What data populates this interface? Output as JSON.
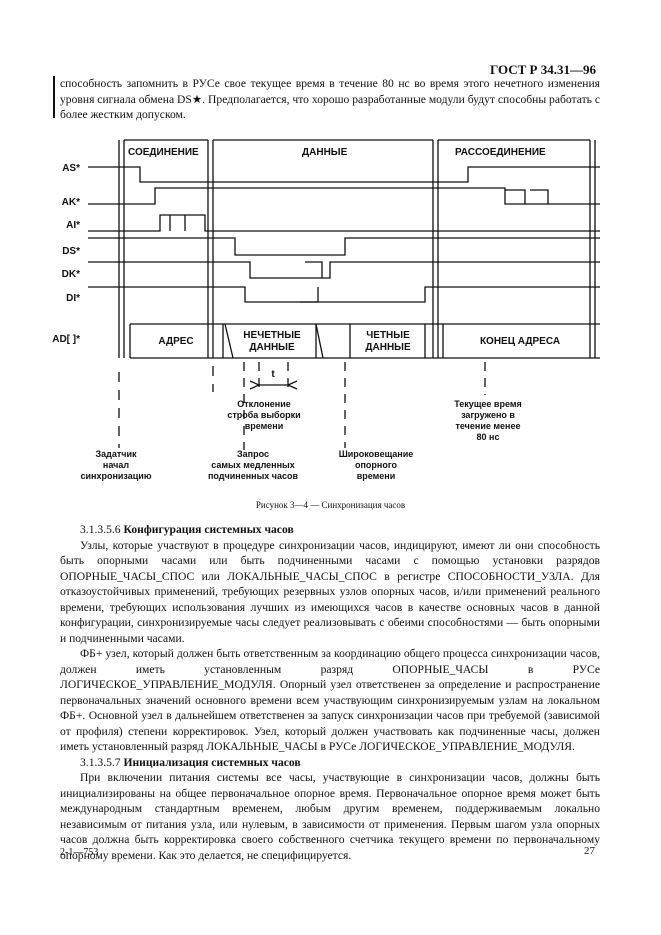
{
  "header": {
    "doc_code": "ГОСТ Р 34.31—96"
  },
  "intro": "способность запомнить в РУСе свое текущее время в течение 80 нс во время этого нечетного изменения уровня сигнала обмена DS★. Предполагается, что хорошо разработанные модули будут способны работать с более жестким допуском.",
  "figure": {
    "phases": {
      "connect": "СОЕДИНЕНИЕ",
      "data": "ДАННЫЕ",
      "disconnect": "РАССОЕДИНЕНИЕ"
    },
    "signals": [
      "AS*",
      "AK*",
      "AI*",
      "DS*",
      "DK*",
      "DI*",
      "AD[ ]*"
    ],
    "bus": {
      "address": "АДРЕС",
      "odd1": "НЕЧЕТНЫЕ",
      "odd2": "ДАННЫЕ",
      "even1": "ЧЕТНЫЕ",
      "even2": "ДАННЫЕ",
      "end": "КОНЕЦ АДРЕСА"
    },
    "t_label": "t",
    "strobe": [
      "Отклонение",
      "строба выборки",
      "времени"
    ],
    "slow": [
      "Запрос",
      "самых медленных",
      "подчиненных часов"
    ],
    "broadcast": [
      "Широковещание",
      "опорного",
      "времени"
    ],
    "master": [
      "Задатчик",
      "начал",
      "синхронизацию"
    ],
    "loaded": [
      "Текущее время",
      "загружено в",
      "течение менее",
      "80 нс"
    ],
    "caption": "Рисунок 3—4 — Синхронизация часов"
  },
  "s1": {
    "num": "3.1.3.5.6",
    "title": "Конфигурация системных часов"
  },
  "p1": "Узлы, которые участвуют в процедуре синхронизации часов, индицируют, имеют ли они способность быть опорными часами или быть подчиненными часами с помощью установки разрядов ОПОРНЫЕ_ЧАСЫ_СПОС или ЛОКАЛЬНЫЕ_ЧАСЫ_СПОС в регистре СПОСОБНОСТИ_УЗЛА. Для отказоустойчивых применений, требующих резервных узлов опорных часов, и/или применений реального времени, требующих использования лучших из имеющихся часов в качестве основных часов в данной конфигурации, синхронизируемые часы следует реализовывать с обеими способностями — быть опорными и подчиненными часами.",
  "p2": "ФБ+ узел, который должен быть ответственным за координацию общего процесса синхронизации часов, должен иметь установленным разряд ОПОРНЫЕ_ЧАСЫ в РУСе ЛОГИЧЕСКОЕ_УПРАВЛЕНИЕ_МОДУЛЯ. Опорный узел ответственен за определение и распространение первоначальных значений основного времени всем участвующим синхронизируемым узлам на локальном ФБ+. Основной узел в дальнейшем ответственен за запуск синхронизации часов при требуемой (зависимой от профиля) степени корректировок. Узел, который должен участвовать как подчиненные часы, должен иметь установленный разряд ЛОКАЛЬНЫЕ_ЧАСЫ в РУСе ЛОГИЧЕСКОЕ_УПРАВЛЕНИЕ_МОДУЛЯ.",
  "s2": {
    "num": "3.1.3.5.7",
    "title": "Инициализация системных часов"
  },
  "p3": "При включении питания системы все часы, участвующие в синхронизации часов, должны быть инициализированы на общее первоначальное опорное время. Первоначальное опорное время может быть международным стандартным временем, любым другим временем, поддерживаемым локально независимым от питания узла, или нулевым, в зависимости от применения. Первым шагом узла опорных часов должна быть корректировка своего собственного счетчика текущего времени по первоначальному опорному времени. Как это делается, не специфицируется.",
  "footer": {
    "left": "2-1—753",
    "page": "27"
  }
}
